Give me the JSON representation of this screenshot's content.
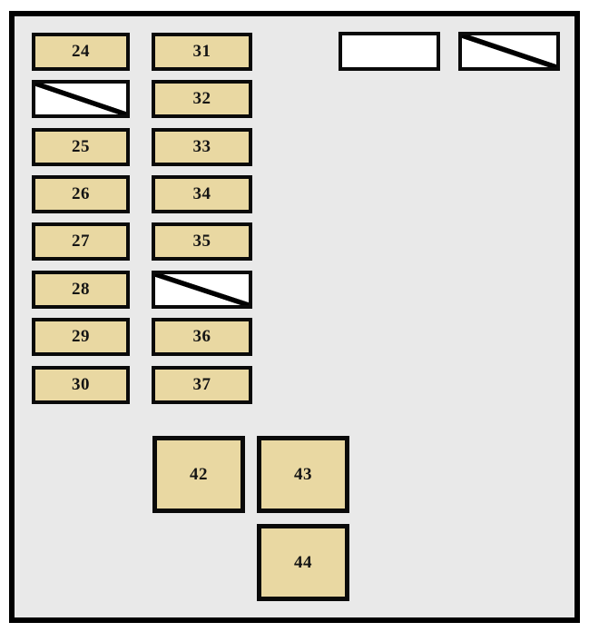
{
  "diagram": {
    "type": "fuse-box-diagram",
    "colors": {
      "fuse_fill": "#e9d8a2",
      "blank_fill": "#ffffff",
      "panel_background": "#e9e9e9",
      "border": "#000000"
    }
  },
  "left_column": [
    {
      "label": "24",
      "type": "fuse"
    },
    {
      "label": "",
      "type": "empty-diagonal"
    },
    {
      "label": "25",
      "type": "fuse"
    },
    {
      "label": "26",
      "type": "fuse"
    },
    {
      "label": "27",
      "type": "fuse"
    },
    {
      "label": "28",
      "type": "fuse"
    },
    {
      "label": "29",
      "type": "fuse"
    },
    {
      "label": "30",
      "type": "fuse"
    }
  ],
  "middle_column": [
    {
      "label": "31",
      "type": "fuse"
    },
    {
      "label": "32",
      "type": "fuse"
    },
    {
      "label": "33",
      "type": "fuse"
    },
    {
      "label": "34",
      "type": "fuse"
    },
    {
      "label": "35",
      "type": "fuse"
    },
    {
      "label": "",
      "type": "empty-diagonal"
    },
    {
      "label": "36",
      "type": "fuse"
    },
    {
      "label": "37",
      "type": "fuse"
    }
  ],
  "top_right": [
    {
      "label": "",
      "type": "empty"
    },
    {
      "label": "",
      "type": "empty-diagonal"
    }
  ],
  "bottom_blocks": [
    {
      "label": "42",
      "type": "relay"
    },
    {
      "label": "43",
      "type": "relay"
    },
    {
      "label": "44",
      "type": "relay"
    }
  ]
}
